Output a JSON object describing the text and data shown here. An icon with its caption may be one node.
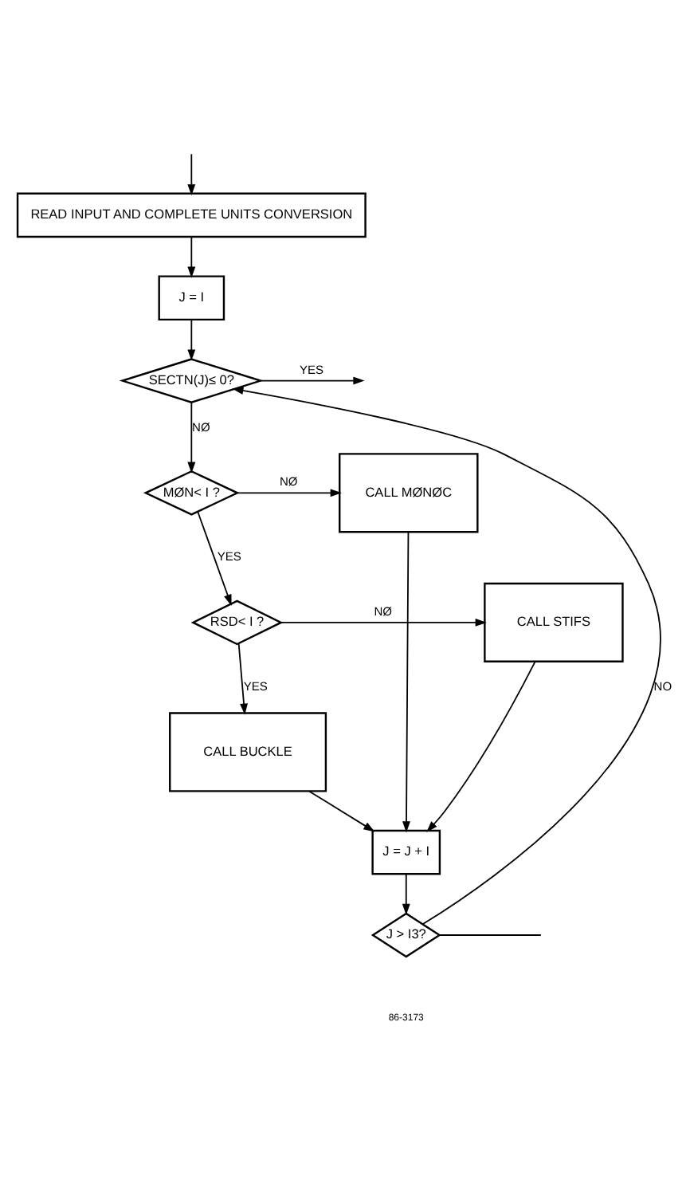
{
  "diagram": {
    "nodes": [
      {
        "text": [
          "READ INPUT AND COMPLETE UNITS CONVERSION"
        ]
      },
      {
        "text": [
          "J = I"
        ]
      },
      {
        "text": [
          "SECTN(J)≤ 0?"
        ]
      },
      {
        "text": [
          "MØN< I ?"
        ]
      },
      {
        "text": [
          "CALL MØNØC"
        ]
      },
      {
        "text": [
          "RSD< I ?"
        ]
      },
      {
        "text": [
          "CALL STIFS"
        ]
      },
      {
        "text": [
          "CALL BUCKLE"
        ]
      },
      {
        "text": [
          "J = J + I"
        ]
      },
      {
        "text": [
          "J > I3?"
        ]
      }
    ],
    "edges": [
      {
        "from": null,
        "to": 0,
        "arrow": "to"
      },
      {
        "from": 0,
        "to": 1,
        "arrow": "to"
      },
      {
        "from": 1,
        "to": 2,
        "arrow": "to"
      },
      {
        "from": 2,
        "to": null,
        "arrow": "to",
        "label": "YES"
      },
      {
        "from": 2,
        "to": 3,
        "arrow": "to",
        "label": "NØ"
      },
      {
        "from": 3,
        "to": 4,
        "arrow": "to",
        "label": "NØ"
      },
      {
        "from": 3,
        "to": 5,
        "arrow": "to",
        "label": "YES"
      },
      {
        "from": 5,
        "to": 6,
        "arrow": "to",
        "label": "NØ"
      },
      {
        "from": 5,
        "to": 7,
        "arrow": "to",
        "label": "YES"
      },
      {
        "from": 4,
        "to": 8,
        "arrow": "to"
      },
      {
        "from": 6,
        "to": 8,
        "arrow": "to"
      },
      {
        "from": 7,
        "to": 8,
        "arrow": "to"
      },
      {
        "from": 8,
        "to": 9,
        "arrow": "to"
      },
      {
        "from": 9,
        "to": 2,
        "arrow": "to",
        "label": "NO"
      },
      {
        "from": 9,
        "to": null,
        "arrow": "none"
      }
    ],
    "labels": [
      "86-3173"
    ]
  }
}
